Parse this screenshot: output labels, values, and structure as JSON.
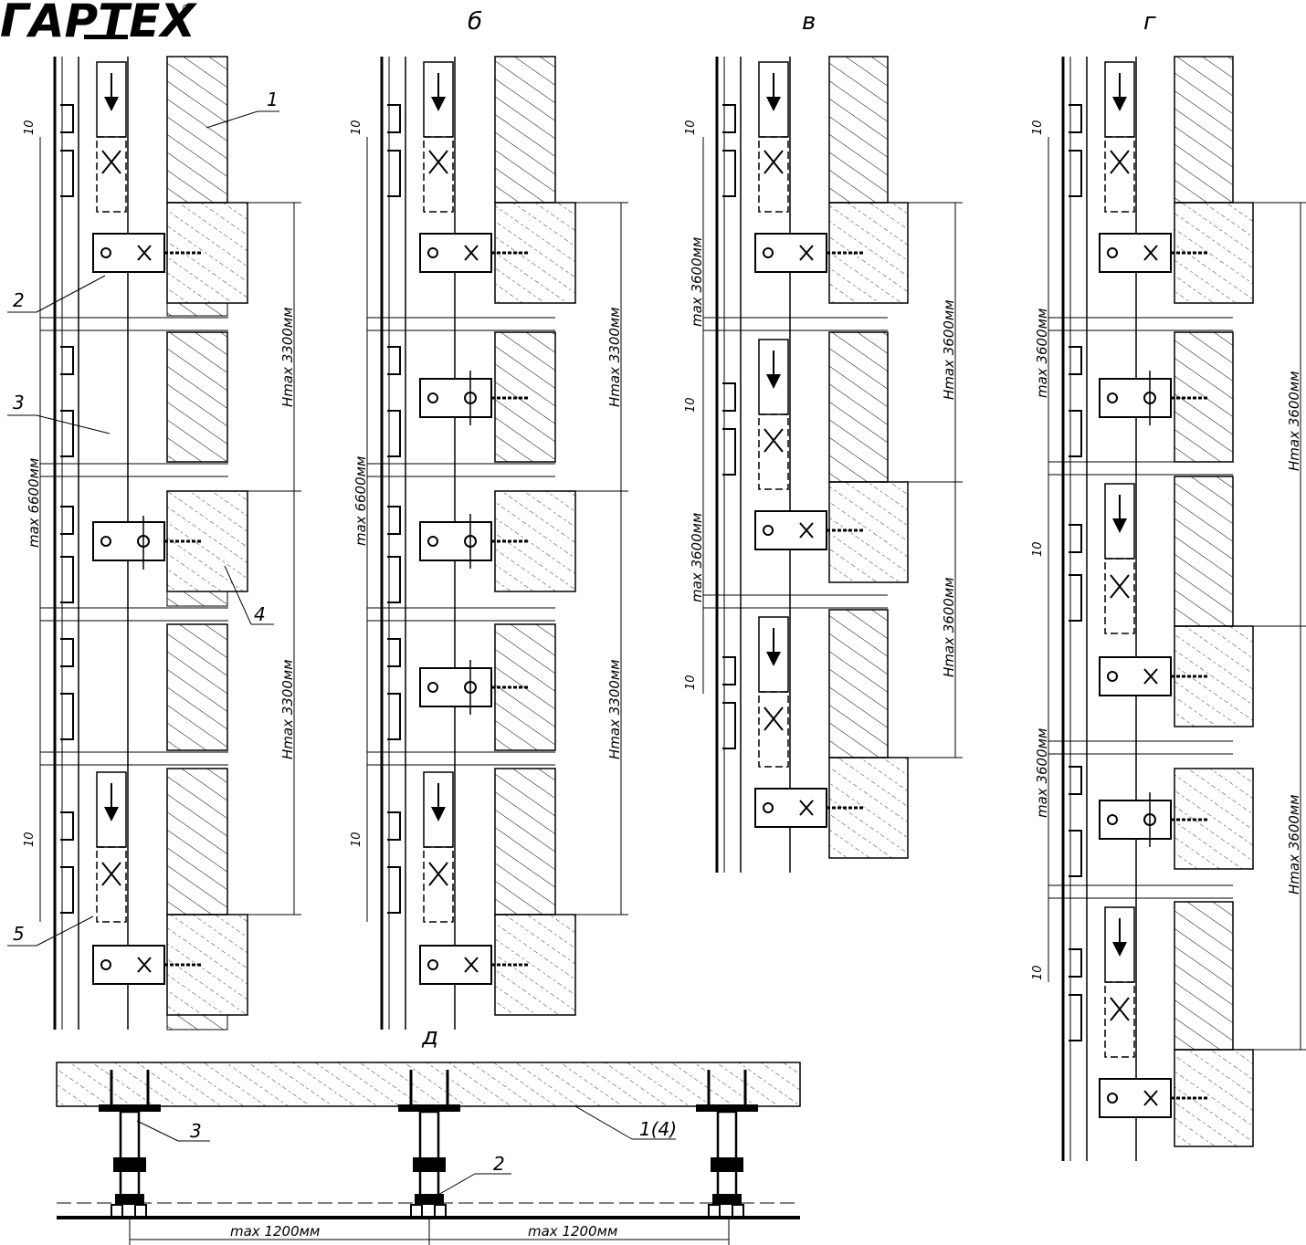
{
  "logo": {
    "text": "ГАРТЕХ",
    "registered_mark": "®"
  },
  "views": {
    "b_label": "б",
    "v_label": "в",
    "g_label": "г",
    "d_label": "д"
  },
  "callouts": {
    "c1": "1",
    "c2": "2",
    "c3": "3",
    "c4": "4",
    "c5": "5",
    "c1_4": "1(4)",
    "c3_plan": "3",
    "c2_plan": "2"
  },
  "dimensions": {
    "gap10": "10",
    "h3300": "Hmax 3300мм",
    "h3600": "Hmax 3600мм",
    "max6600": "max 6600мм",
    "max3600": "max 3600мм",
    "max1200": "max 1200мм"
  },
  "colors": {
    "ink": "#000000",
    "paper": "#ffffff"
  }
}
